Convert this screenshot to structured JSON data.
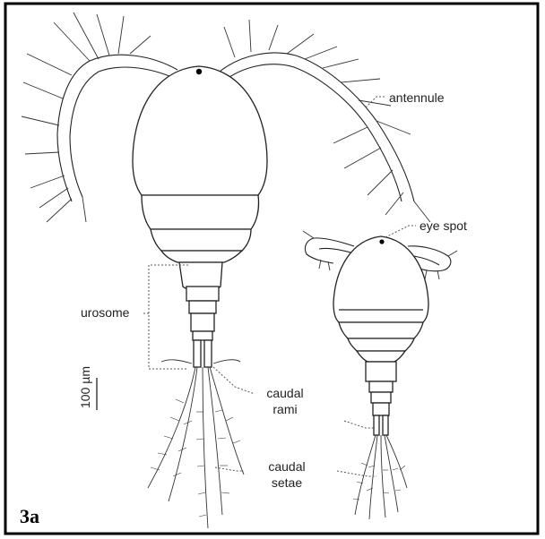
{
  "figure_label": "3a",
  "labels": {
    "antennule": "antennule",
    "eye_spot": "eye spot",
    "urosome": "urosome",
    "caudal_rami_line1": "caudal",
    "caudal_rami_line2": "rami",
    "caudal_setae_line1": "caudal",
    "caudal_setae_line2": "setae"
  },
  "scale_bar": "100 µm"
}
